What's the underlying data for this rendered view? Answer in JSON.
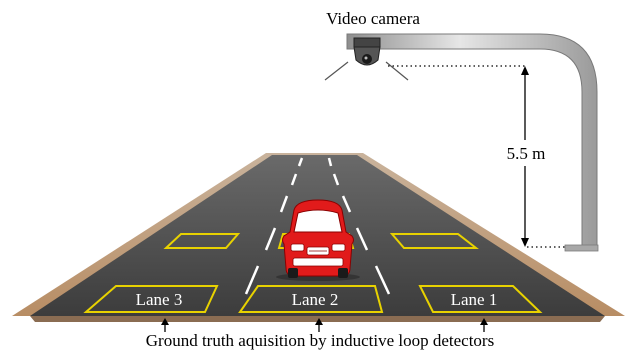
{
  "camera_label": "Video camera",
  "height_label": "5.5 m",
  "lanes": [
    {
      "label": "Lane 3"
    },
    {
      "label": "Lane 2"
    },
    {
      "label": "Lane 1"
    }
  ],
  "caption": "Ground truth aquisition by inductive loop detectors",
  "colors": {
    "road": "#4a4a4a",
    "shoulder": "#c9a27e",
    "loop": "#e8d200",
    "car": "#e11b1b",
    "pole": "#b9b9b9"
  },
  "icons": [
    "camera-icon",
    "car-icon",
    "arrow-up-icon"
  ]
}
